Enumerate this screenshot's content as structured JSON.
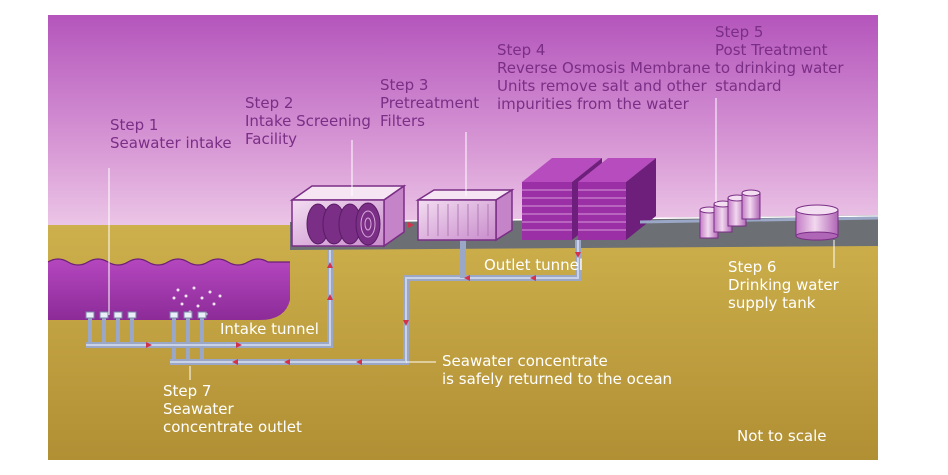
{
  "steps": {
    "step1": {
      "line1": "Step 1",
      "line2": "Seawater intake"
    },
    "step2": {
      "line1": "Step 2",
      "line2": "Intake Screening",
      "line3": "Facility"
    },
    "step3": {
      "line1": "Step 3",
      "line2": "Pretreatment",
      "line3": "Filters"
    },
    "step4": {
      "line1": "Step 4",
      "line2": "Reverse Osmosis Membrane",
      "line3": "Units remove salt and other",
      "line4": "impurities from the water"
    },
    "step5": {
      "line1": "Step 5",
      "line2": "Post Treatment",
      "line3": "to drinking water",
      "line4": "standard"
    },
    "step6": {
      "line1": "Step 6",
      "line2": "Drinking water",
      "line3": "supply tank"
    },
    "step7": {
      "line1": "Step 7",
      "line2": "Seawater",
      "line3": "concentrate outlet"
    }
  },
  "labels": {
    "intake_tunnel": "Intake tunnel",
    "outlet_tunnel": "Outlet tunnel",
    "concentrate_line1": "Seawater concentrate",
    "concentrate_line2": "is safely returned to the ocean",
    "not_to_scale": "Not to scale"
  },
  "colors": {
    "sky_top": "#b95bc0",
    "sky_bottom": "#f4d6ef",
    "ground": "#c7a844",
    "ground_dark": "#a98a2f",
    "sea": "#a63cb1",
    "pipe": "#9aa7c6",
    "arrow": "#d2324a",
    "label": "#7a2e86",
    "machine": "#9b2fa6",
    "road": "#6a6e72"
  }
}
